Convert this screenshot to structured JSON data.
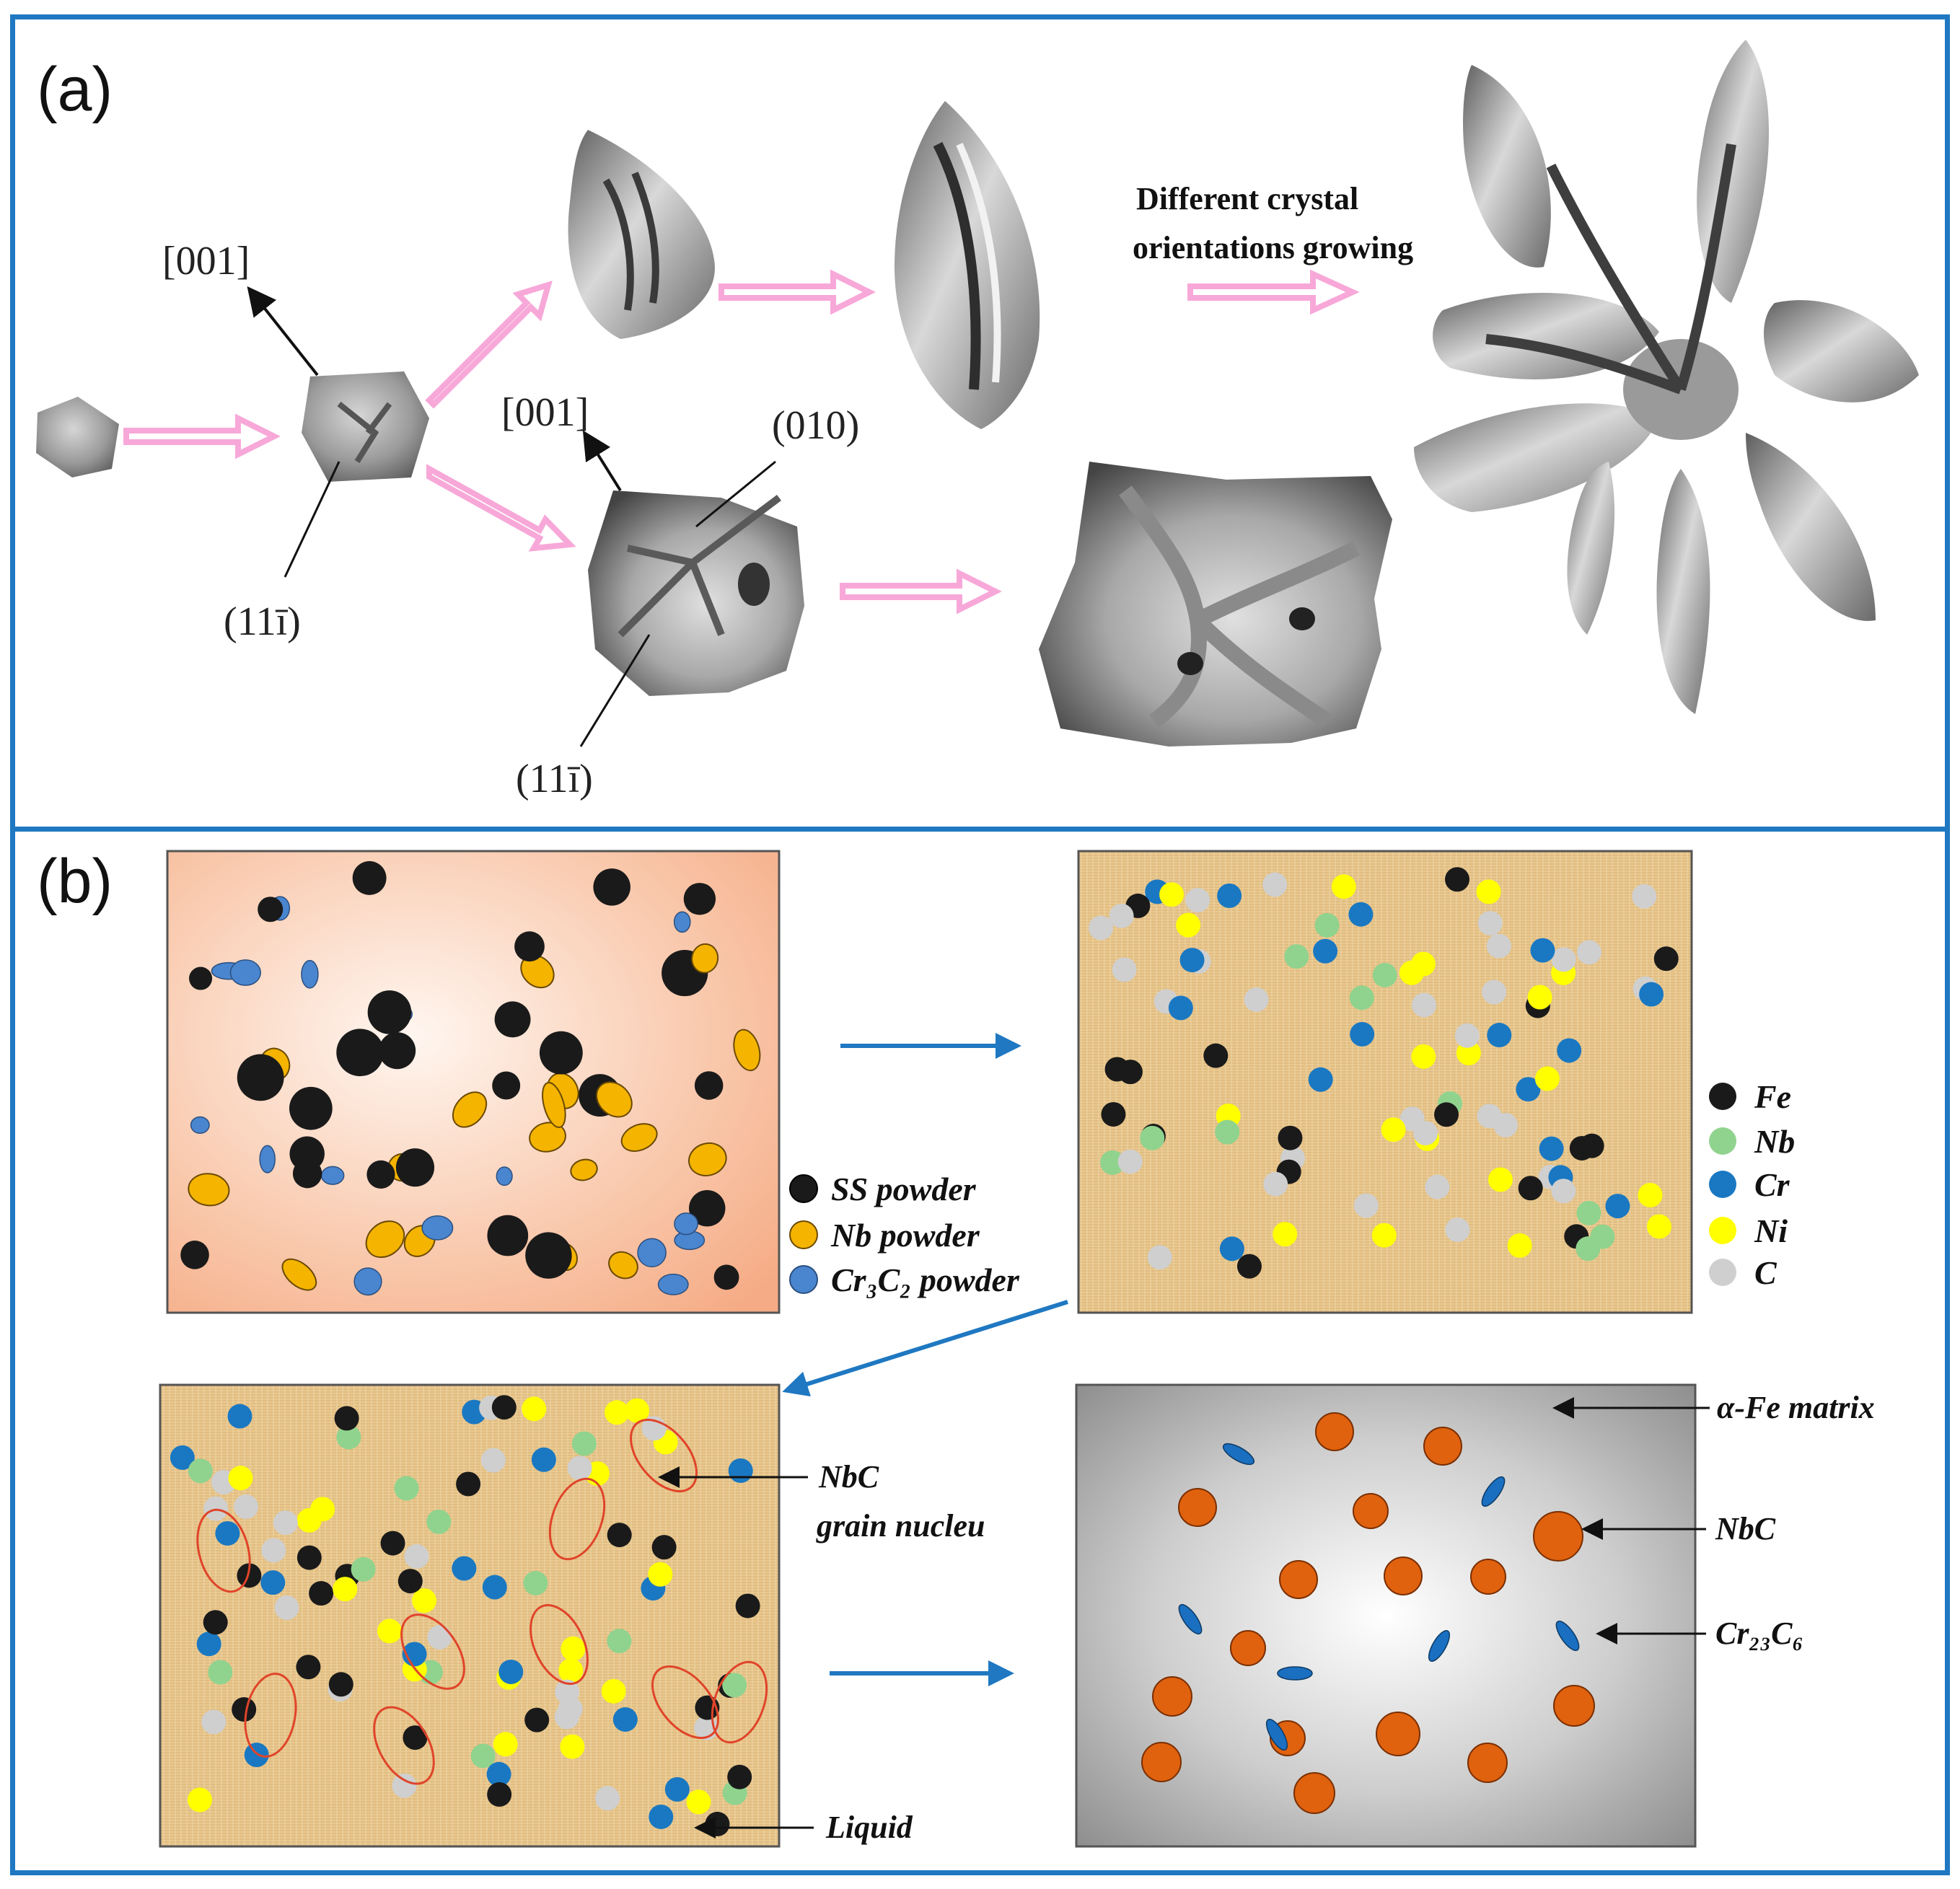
{
  "panel_a": {
    "label": "(a)",
    "orientation_labels": [
      "[001]",
      "(11ī)",
      "[001]",
      "(010)",
      "(11ī)"
    ],
    "caption_line1": "Different crystal",
    "caption_line2": "orientations growing"
  },
  "panel_b": {
    "label": "(b)",
    "legend_powders": [
      "SS powder",
      "Nb powder",
      "Cr₃C₂ powder"
    ],
    "legend_elements": [
      "Fe",
      "Nb",
      "Cr",
      "Ni",
      "C"
    ],
    "labels": {
      "nbc_nucleus_line1": "NbC",
      "nbc_nucleus_line2": "grain nucleu",
      "liquid": "Liquid",
      "matrix": "α-Fe matrix",
      "nbc": "NbC",
      "cr23c6": "Cr₂₃C₆"
    }
  },
  "colors": {
    "frame": "#1f78c1",
    "fe": "#1a1a1a",
    "nb": "#90d38e",
    "cr": "#1a78c2",
    "ni": "#ffff00",
    "c": "#cfcfcf",
    "nb_powder": "#f4b400",
    "cr3c2_powder": "#4a86cf",
    "nbc_phase": "#e0620e",
    "arrow_pink": "#f7a8d8",
    "arrow_blue": "#1f78c1"
  }
}
